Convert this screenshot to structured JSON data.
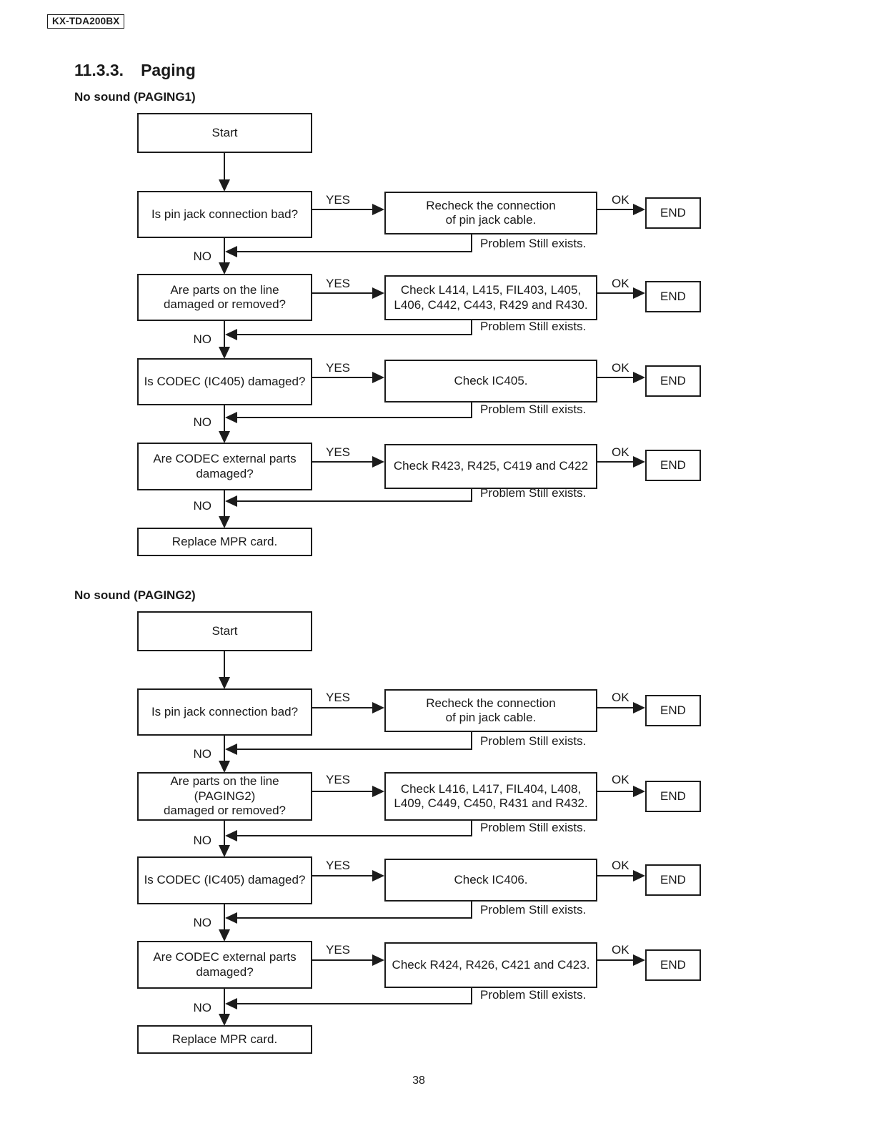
{
  "page": {
    "model_badge": "KX-TDA200BX",
    "section_number": "11.3.3.",
    "section_title": "Paging",
    "page_number": "38"
  },
  "labels": {
    "start": "Start",
    "yes": "YES",
    "no": "NO",
    "ok": "OK",
    "end": "END",
    "problem": "Problem Still exists."
  },
  "flowcharts": [
    {
      "heading": "No sound (PAGING1)",
      "rows": [
        {
          "question": "Is pin jack connection bad?",
          "action": "Recheck the connection\nof pin jack cable."
        },
        {
          "question": "Are parts on the line\ndamaged or removed?",
          "action": "Check L414, L415, FIL403, L405,\nL406, C442, C443, R429 and R430."
        },
        {
          "question": "Is CODEC (IC405) damaged?",
          "action": "Check IC405."
        },
        {
          "question": "Are CODEC external parts\ndamaged?",
          "action": "Check R423, R425, C419 and C422"
        }
      ],
      "final": "Replace MPR card."
    },
    {
      "heading": "No sound (PAGING2)",
      "rows": [
        {
          "question": "Is pin jack connection bad?",
          "action": "Recheck the connection\nof pin jack cable."
        },
        {
          "question": "Are parts on the line\n(PAGING2)\ndamaged or removed?",
          "action": "Check L416, L417, FIL404, L408,\nL409, C449, C450, R431 and R432."
        },
        {
          "question": "Is CODEC (IC405) damaged?",
          "action": "Check IC406."
        },
        {
          "question": "Are CODEC external parts\ndamaged?",
          "action": "Check R424, R426, C421 and C423."
        }
      ],
      "final": "Replace MPR card."
    }
  ]
}
